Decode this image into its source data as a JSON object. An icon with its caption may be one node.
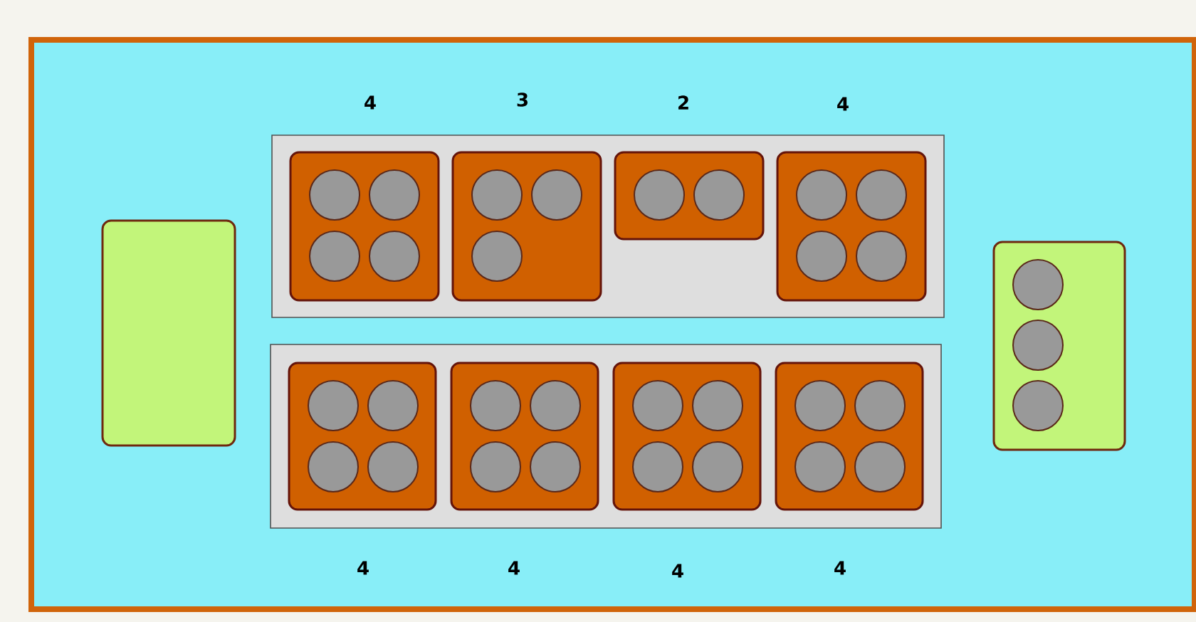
{
  "diagram": {
    "nodes": [
      {
        "text": [],
        "shape": "box"
      },
      {
        "text": [],
        "shape": "box",
        "in": 0
      },
      {
        "text": [],
        "shape": "box",
        "in": 0
      },
      {
        "text": [],
        "shape": "box",
        "in": 2
      },
      {
        "text": [],
        "shape": "circle",
        "in": 3
      },
      {
        "text": [],
        "shape": "circle",
        "in": 3
      },
      {
        "text": [],
        "shape": "circle",
        "in": 3
      },
      {
        "text": [],
        "shape": "circle",
        "in": 3
      },
      {
        "text": [],
        "shape": "box",
        "in": 2
      },
      {
        "text": [],
        "shape": "circle",
        "in": 8
      },
      {
        "text": [],
        "shape": "circle",
        "in": 8
      },
      {
        "text": [],
        "shape": "circle",
        "in": 8
      },
      {
        "text": [],
        "shape": "box",
        "in": 2
      },
      {
        "text": [],
        "shape": "circle",
        "in": 12
      },
      {
        "text": [],
        "shape": "circle",
        "in": 12
      },
      {
        "text": [],
        "shape": "box",
        "in": 2
      },
      {
        "text": [],
        "shape": "circle",
        "in": 15
      },
      {
        "text": [],
        "shape": "circle",
        "in": 15
      },
      {
        "text": [],
        "shape": "circle",
        "in": 15
      },
      {
        "text": [],
        "shape": "circle",
        "in": 15
      },
      {
        "text": [],
        "shape": "box",
        "in": 0
      },
      {
        "text": [],
        "shape": "box",
        "in": 20
      },
      {
        "text": [],
        "shape": "circle",
        "in": 21
      },
      {
        "text": [],
        "shape": "circle",
        "in": 21
      },
      {
        "text": [],
        "shape": "circle",
        "in": 21
      },
      {
        "text": [],
        "shape": "circle",
        "in": 21
      },
      {
        "text": [],
        "shape": "box",
        "in": 20
      },
      {
        "text": [],
        "shape": "circle",
        "in": 26
      },
      {
        "text": [],
        "shape": "circle",
        "in": 26
      },
      {
        "text": [],
        "shape": "circle",
        "in": 26
      },
      {
        "text": [],
        "shape": "circle",
        "in": 26
      },
      {
        "text": [],
        "shape": "box",
        "in": 20
      },
      {
        "text": [],
        "shape": "circle",
        "in": 31
      },
      {
        "text": [],
        "shape": "circle",
        "in": 31
      },
      {
        "text": [],
        "shape": "circle",
        "in": 31
      },
      {
        "text": [],
        "shape": "circle",
        "in": 31
      },
      {
        "text": [],
        "shape": "box",
        "in": 20
      },
      {
        "text": [],
        "shape": "circle",
        "in": 36
      },
      {
        "text": [],
        "shape": "circle",
        "in": 36
      },
      {
        "text": [],
        "shape": "circle",
        "in": 36
      },
      {
        "text": [],
        "shape": "circle",
        "in": 36
      },
      {
        "text": [],
        "shape": "box",
        "in": 0
      },
      {
        "text": [],
        "shape": "circle",
        "in": 41
      },
      {
        "text": [],
        "shape": "circle",
        "in": 41
      },
      {
        "text": [],
        "shape": "circle",
        "in": 41
      }
    ],
    "labels": [
      "4",
      "3",
      "2",
      "4",
      "4",
      "4",
      "4",
      "4"
    ]
  }
}
